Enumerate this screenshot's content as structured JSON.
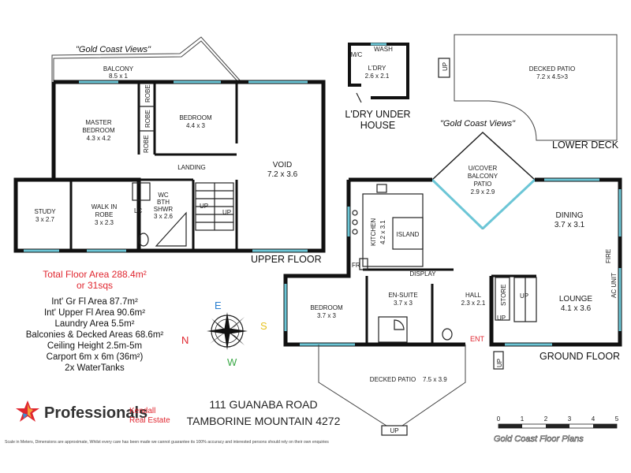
{
  "views": "\"Gold Coast Views\"",
  "rooms": {
    "balcony": {
      "name": "BALCONY",
      "dim": "8.5 x 1"
    },
    "master": {
      "name1": "MASTER",
      "name2": "BEDROOM",
      "dim": "4.3 x 4.2"
    },
    "bedroom_up": {
      "name": "BEDROOM",
      "dim": "4.4 x 3"
    },
    "robe": "ROBE",
    "landing": "LANDING",
    "void": {
      "name": "VOID",
      "dim": "7.2 x 3.6"
    },
    "study": {
      "name": "STUDY",
      "dim": "3 x 2.7"
    },
    "walkin": {
      "name1": "WALK IN",
      "name2": "ROBE",
      "dim": "3 x 2.3"
    },
    "wc": {
      "l1": "WC",
      "l2": "BTH",
      "l3": "SHWR",
      "dim": "3 x 2.6"
    },
    "lc": "LC",
    "up": "UP",
    "laundry": {
      "wash": "WASH",
      "mc": "M/C",
      "name": "L'DRY",
      "dim": "2.6 x 2.1"
    },
    "decked_patio_lower": {
      "name": "DECKED PATIO",
      "dim": "7.2 x 4.5>3"
    },
    "patio": {
      "l1": "U/COVER",
      "l2": "BALCONY",
      "l3": "PATIO",
      "dim": "2.9 x 2.9"
    },
    "kitchen": {
      "name": "KITCHEN",
      "dim": "4.2 x 3.1"
    },
    "island": "ISLAND",
    "dining": {
      "name": "DINING",
      "dim": "3.7 x 3.1"
    },
    "fire": "FIRE",
    "ac_unit": "AC UNIT",
    "fr": "FR",
    "display": "DISPLAY",
    "bedroom_gr": {
      "name": "BEDROOM",
      "dim": "3.7 x 3"
    },
    "ensuite": {
      "name": "EN-SUITE",
      "dim": "3.7 x 3"
    },
    "hall": {
      "name": "HALL",
      "dim": "2.3 x 2.1"
    },
    "store": "STORE",
    "lounge": {
      "name": "LOUNGE",
      "dim": "4.1 x 3.6"
    },
    "ent": "ENT",
    "decked_patio_gr": {
      "name": "DECKED PATIO",
      "dim": "7.5 x 3.9"
    }
  },
  "headings": {
    "ldry_under_1": "L'DRY UNDER",
    "ldry_under_2": "HOUSE",
    "lower_deck": "LOWER DECK",
    "upper_floor": "UPPER FLOOR",
    "ground_floor": "GROUND FLOOR"
  },
  "totals": {
    "line1": "Total Floor Area 288.4m²",
    "line2": "or 31sqs"
  },
  "stats": [
    "Int' Gr Fl Area 87.7m²",
    "Int' Upper Fl Area 90.6m²",
    "Laundry Area 5.5m²",
    "Balconies & Decked Areas 68.6m²",
    "Ceiling Height 2.5m-5m",
    "Carport 6m x 6m (36m²)",
    "2x WaterTanks"
  ],
  "compass": {
    "n": "N",
    "e": "E",
    "s": "S",
    "w": "W"
  },
  "address": {
    "line1": "111 GUANABA ROAD",
    "line2": "TAMBORINE MOUNTAIN 4272"
  },
  "brand": {
    "name": "Professionals",
    "sub1": "Kendall",
    "sub2": "Real Estate"
  },
  "scale": {
    "ticks": [
      "0",
      "1",
      "2",
      "3",
      "4",
      "5"
    ],
    "credit": "Gold Coast Floor Plans"
  },
  "disclaimer": "Scale in Meters, Dimensions are approximate, Whilst every care has been made we cannot guarantee its 100% accuracy and interested persons should rely on their own enquiries",
  "colors": {
    "total_red": "#e0262f",
    "compass_n": "#e0262f",
    "compass_e": "#2a7fd0",
    "compass_s": "#e6c21d",
    "compass_w": "#39a845"
  }
}
